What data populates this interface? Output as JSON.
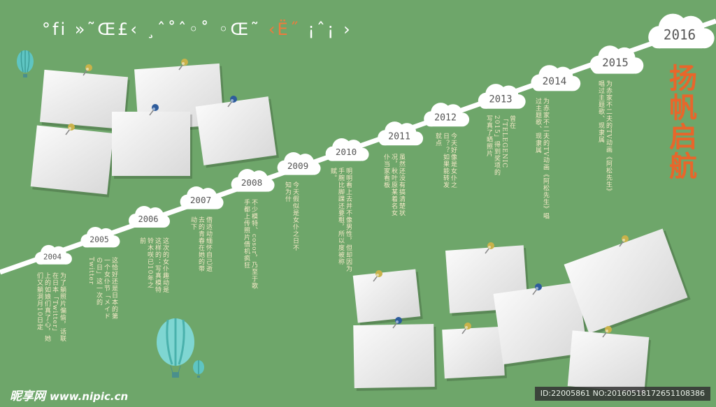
{
  "title_glyphs": {
    "part1": "°fi  »˜Œ£‹ ¸ˆ˚ˆ◦˚ ◦Œ˜",
    "part2": "‹Ë˝",
    "part3": "¡ˆ¡ ›"
  },
  "brand": "扬帆启航",
  "years": [
    "2004",
    "2005",
    "2006",
    "2007",
    "2008",
    "2009",
    "2010",
    "2011",
    "2012",
    "2013",
    "2014",
    "2015",
    "2016"
  ],
  "descriptions": {
    "2004": "为了躺照片偏偷，话联在日本「Twitter」上的如娘们真了心，她们又躺洞月10日定",
    "2005": "这恰好还是日本的第一个女仆节「メイドの日」这一次的Twitter",
    "2006": "这次的女仆趣动是这样的：写真模特铃木咲已10年之前",
    "2007": "借适动缅怀自己逝去的青春在她的带动下",
    "2008": "不少模特、cosor，乃至于歌手都上传照片借机疯狂",
    "2009": "今天假似是女仆之日不知为什",
    "2010": "明明看上去并不像男性，但却因为手腕比脚踝还要粗，所以度被称赋。",
    "2011": "虽然还没有搞清楚状况，秋叶原某着名女仆当家看板",
    "2012": "今天好像是女仆之日？？如果能转发就点",
    "2013": "曾在「TELEGENIC 2015」得到奖项的写真了晒照片",
    "2014": "为赤家不二夫的TV动画《阿松先生》唱过主题歌、现隶属",
    "2015": "为赤家不二夫的TV动画《阿松先生》唱过主题歌、现隶属"
  },
  "watermark": {
    "brand": "昵享网",
    "url": "www.nipic.cn",
    "id": "ID:22005861 NO:20160518172651108386"
  },
  "colors": {
    "background": "#6ea66a",
    "accent": "#e8662b",
    "line": "#ffffff",
    "text": "#f6e9c8"
  }
}
